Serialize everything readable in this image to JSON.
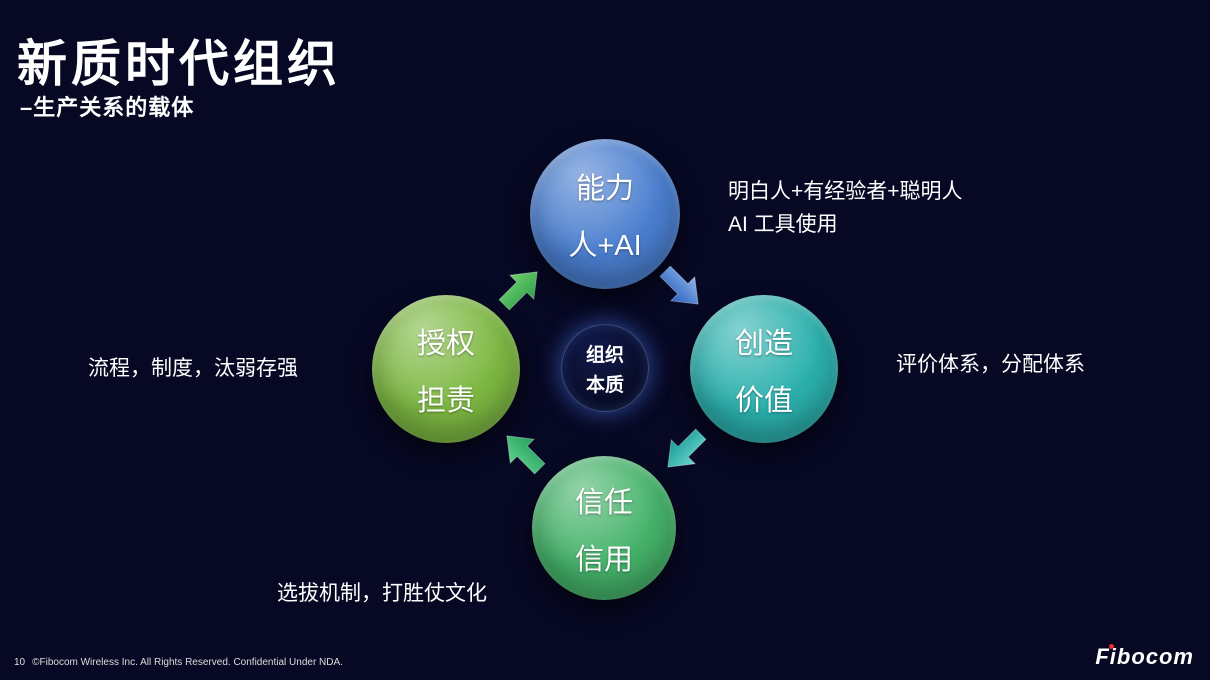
{
  "slide": {
    "title": "新质时代组织",
    "subtitle": "–生产关系的载体",
    "page_number": "10",
    "copyright": "©Fibocom Wireless Inc. All Rights Reserved. Confidential Under NDA.",
    "logo_text": "Fibocom"
  },
  "colors": {
    "background": "#070823",
    "node_top_blue": "#4a7ecf",
    "node_right_teal": "#2bb1ae",
    "node_bottom_green": "#45b36a",
    "node_left_green": "#7db842",
    "center_circle_dark": "#0a0e33",
    "center_glow_blue": "#4a7cff",
    "logo_dot_red": "#e63228"
  },
  "diagram": {
    "center": {
      "line1": "组织",
      "line2": "本质"
    },
    "nodes": [
      {
        "id": "ability",
        "line1": "能力",
        "line2": "人+AI"
      },
      {
        "id": "value",
        "line1": "创造",
        "line2": "价值"
      },
      {
        "id": "trust",
        "line1": "信任",
        "line2": "信用"
      },
      {
        "id": "authorize",
        "line1": "授权",
        "line2": "担责"
      }
    ],
    "annotations": {
      "top_line1": "明白人+有经验者+聪明人",
      "top_line2": "AI 工具使用",
      "right": "评价体系，分配体系",
      "left": "流程，制度，汰弱存强",
      "bottom": "选拔机制，打胜仗文化"
    }
  }
}
